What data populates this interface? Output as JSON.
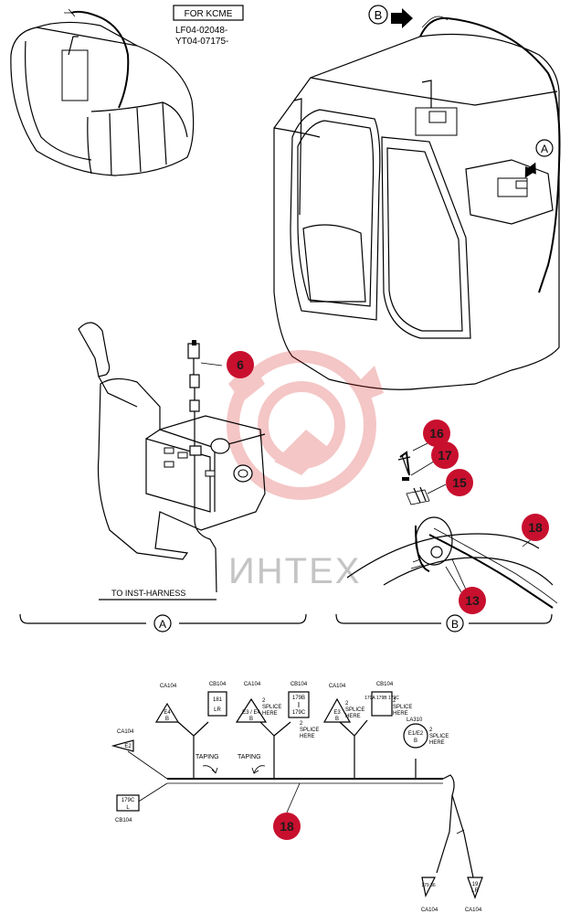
{
  "header": {
    "box_label": "FOR KCME",
    "serials": [
      "LF04-02048-",
      "YT04-07175-"
    ]
  },
  "views": {
    "a_letter": "A",
    "b_letter": "B",
    "inst_harness_label": "TO INST-HARNESS"
  },
  "callouts": [
    "6",
    "16",
    "17",
    "15",
    "18",
    "13",
    "18"
  ],
  "watermark": "ИНТЕХ",
  "harness": {
    "taping": [
      "TAPING",
      "TAPING"
    ],
    "connectors": {
      "ca104_1": "CA104",
      "cb104_1": "CB104",
      "ca104_2": "CA104",
      "cb104_2": "CB104",
      "ca104_3": "CA104",
      "cb104_3": "CB104",
      "la310": "LA310",
      "ca104_left": "CA104",
      "cb104_bottom": "CB104",
      "ca104_b1": "CA104",
      "ca104_b2": "CA104"
    },
    "tag_codes": {
      "e4": "E4",
      "b_1": "B",
      "c181": "181",
      "lr_1": "LR",
      "e3e4": "E3 / E4",
      "b_2": "B",
      "c179b": "179B",
      "c179c": "179C",
      "e3": "E3",
      "b_3": "B",
      "c179abc": "179A 179B 179C",
      "e1e2": "E1/E2",
      "b_4": "B",
      "e2": "E2",
      "c179c_l": "179C",
      "l_1": "L",
      "c179_36": "179 36",
      "c19": "19",
      "lr_2": "LR"
    },
    "splice": [
      "2",
      "SPLICE",
      "HERE"
    ]
  }
}
